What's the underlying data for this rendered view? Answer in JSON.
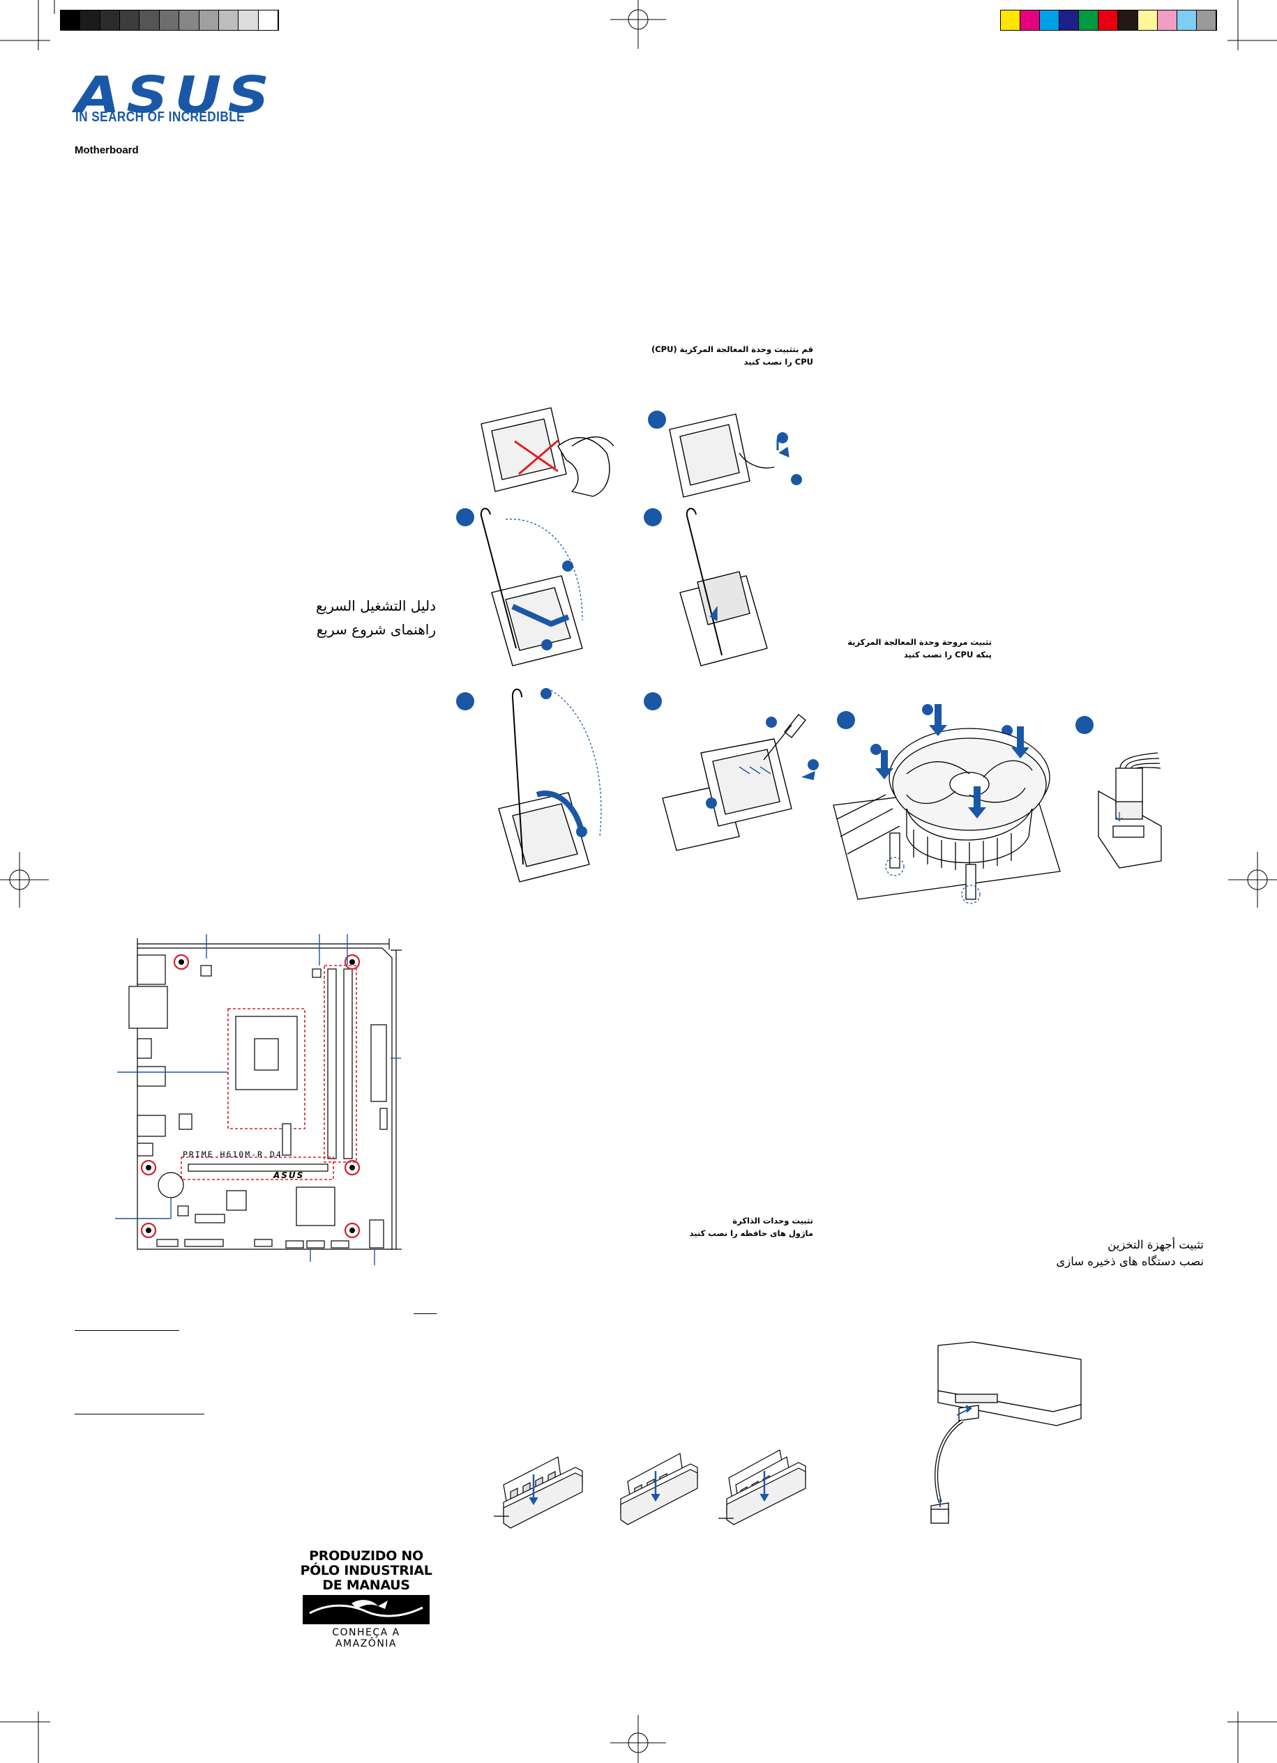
{
  "brand": {
    "logo": "ASUS",
    "tagline": "IN SEARCH OF INCREDIBLE",
    "category": "Motherboard",
    "color": "#1a57a6"
  },
  "guide": {
    "title_ar": "دليل التشغيل السريع",
    "title_fa": "راهنمای شروع سریع"
  },
  "sections": {
    "cpu": {
      "line1": "قم بتثبيت وحدة المعالجة المركزية (CPU)",
      "line2": "CPU را نصب کنید"
    },
    "cooler": {
      "line1": "تثبيت مروحة وحدة المعالجة المركزية",
      "line2": "پنکه CPU را نصب کنید"
    },
    "memory": {
      "line1": "تثبيت وحدات الذاكرة",
      "line2": "ماژول های حافظه را نصب کنید"
    },
    "storage": {
      "line1": "تثبيت أجهزة التخزين",
      "line2": "نصب دستگاه های ذخیره سازی"
    }
  },
  "board": {
    "model": "PRIME H610M-R D4",
    "logo": "ASUS"
  },
  "manaus": {
    "line1": "PRODUZIDO NO",
    "line2": "PÓLO INDUSTRIAL",
    "line3": "DE MANAUS",
    "footer": "CONHEÇA A AMAZÔNIA"
  },
  "colors": {
    "accent": "#1a57a6",
    "mount_hole": "#d6202e",
    "calibration": [
      "#000000",
      "#1b1b1b",
      "#2c2c2c",
      "#3d3d3d",
      "#555555",
      "#6e6e6e",
      "#878787",
      "#a0a0a0",
      "#bdbdbd",
      "#dcdcdc",
      "#ffffff"
    ],
    "process": [
      "#ffe500",
      "#e4007f",
      "#00a0e9",
      "#1d2088",
      "#009944",
      "#e60012",
      "#231815",
      "#fff799",
      "#f19ec2",
      "#7ecef4",
      "#9a9a9a"
    ]
  }
}
